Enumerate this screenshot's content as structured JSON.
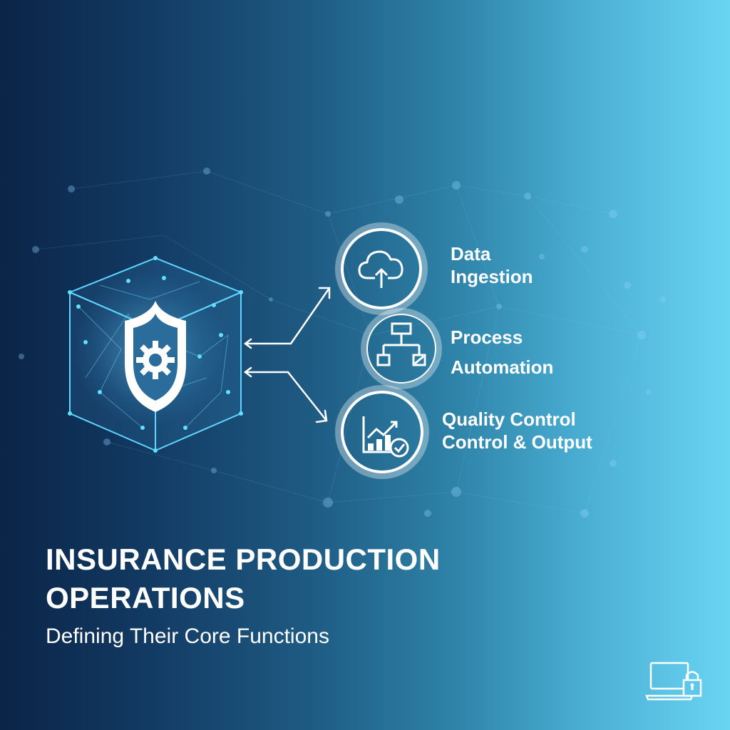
{
  "background": {
    "gradient_start": "#0b2447",
    "gradient_end": "#6ad4f3"
  },
  "hero": {
    "icon": "shield-gear-icon",
    "container": "network-cube"
  },
  "functions": [
    {
      "icon": "cloud-upload-icon",
      "line1": "Data",
      "line2": "Ingestion"
    },
    {
      "icon": "flowchart-icon",
      "line1": "Process",
      "line2": "Automation"
    },
    {
      "icon": "chart-check-icon",
      "line1": "Quality Control",
      "line2": "Control & Output"
    }
  ],
  "title": {
    "line1": "INSURANCE PRODUCTION",
    "line2": "OPERATIONS"
  },
  "subtitle": "Defining Their Core Functions",
  "corner_icon": "laptop-lock-icon",
  "colors": {
    "accent": "#4fd8ff",
    "text": "#ffffff"
  }
}
